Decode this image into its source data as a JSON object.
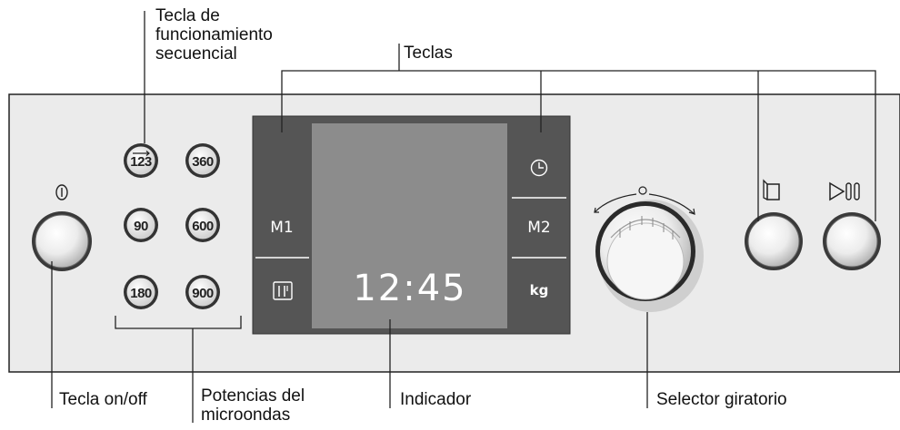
{
  "labels": {
    "sequential_key": [
      "Tecla de",
      "funcionamiento",
      "secuencial"
    ],
    "keys": "Teclas",
    "onoff_key": "Tecla on/off",
    "microwave_powers": [
      "Potencias del",
      "microondas"
    ],
    "indicator": "Indicador",
    "rotary_selector": "Selector giratorio"
  },
  "buttons": {
    "sequence": "123",
    "power_360": "360",
    "power_90": "90",
    "power_600": "600",
    "power_180": "180",
    "power_900": "900"
  },
  "display": {
    "time": "12:45",
    "m1": "M1",
    "m2": "M2",
    "kg": "kg"
  },
  "icons": {
    "onoff": "power-icon",
    "clock": "clock-icon",
    "cutlery": "cutlery-icon",
    "door": "door-icon",
    "start_pause": "play-pause-icon"
  },
  "colors": {
    "panel": "#ebebeb",
    "display_frame": "#555555",
    "display_screen": "#8c8c8c"
  }
}
